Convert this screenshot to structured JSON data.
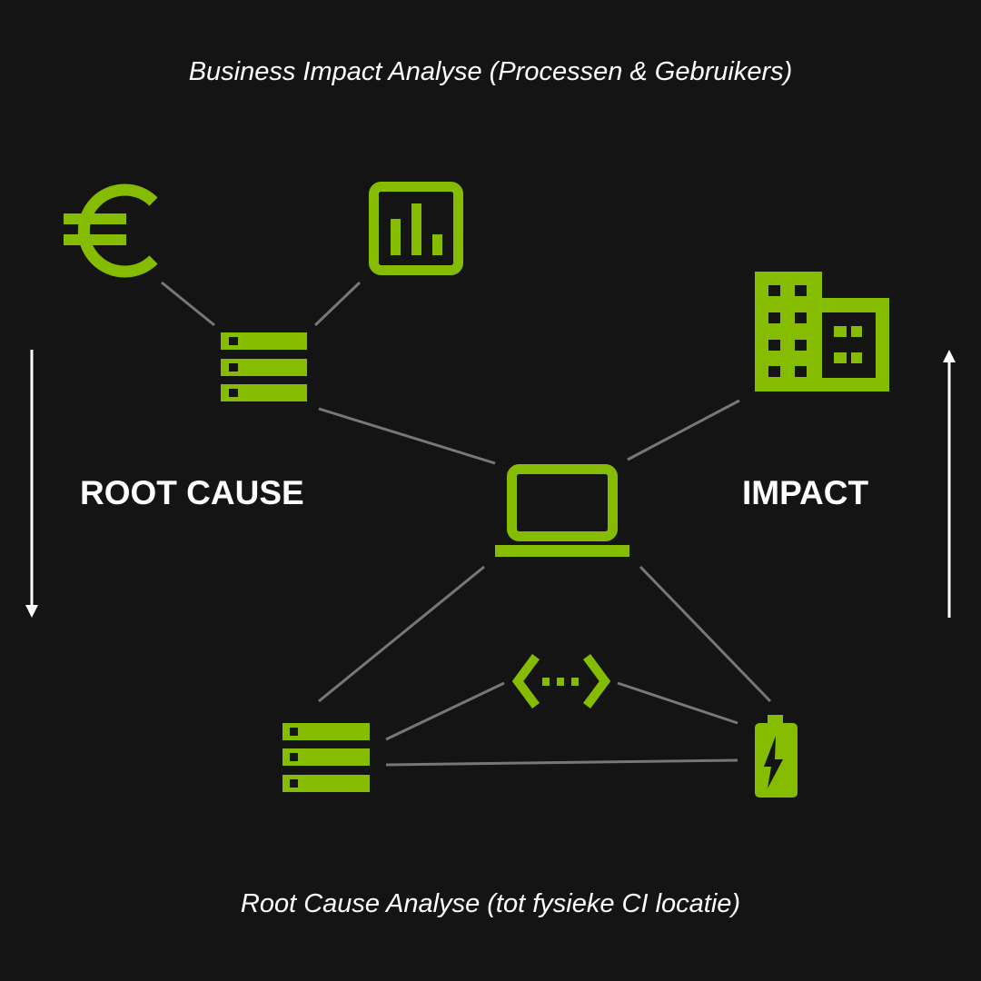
{
  "header": {
    "title": "Business Impact Analyse (Processen & Gebruikers)"
  },
  "footer": {
    "title": "Root Cause Analyse (tot fysieke CI locatie)"
  },
  "labels": {
    "left": "ROOT CAUSE",
    "right": "IMPACT"
  },
  "colors": {
    "background": "#141414",
    "accent": "#86bc00",
    "line": "#777777",
    "text": "#ffffff"
  },
  "icons": [
    "euro-icon",
    "chart-icon",
    "server-icon",
    "laptop-icon",
    "building-icon",
    "network-icon",
    "server-icon",
    "battery-icon"
  ]
}
